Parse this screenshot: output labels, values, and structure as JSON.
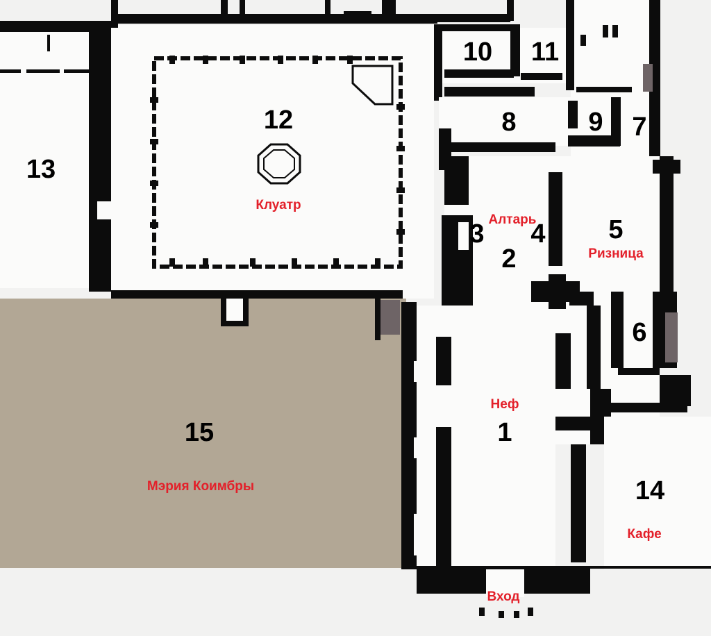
{
  "colors": {
    "wall": "#0c0c0c",
    "floor": "#fbfbfa",
    "paper": "#f2f2f1",
    "town_hall_fill": "#b2a795",
    "label_red": "#e3202a",
    "grey_door": "#6e6466"
  },
  "rooms": [
    {
      "number": "1",
      "name": "Неф"
    },
    {
      "number": "2",
      "name": "Алтарь"
    },
    {
      "number": "3",
      "name": ""
    },
    {
      "number": "4",
      "name": ""
    },
    {
      "number": "5",
      "name": "Ризница"
    },
    {
      "number": "6",
      "name": ""
    },
    {
      "number": "7",
      "name": ""
    },
    {
      "number": "8",
      "name": ""
    },
    {
      "number": "9",
      "name": ""
    },
    {
      "number": "10",
      "name": ""
    },
    {
      "number": "11",
      "name": ""
    },
    {
      "number": "12",
      "name": "Клуатр"
    },
    {
      "number": "13",
      "name": ""
    },
    {
      "number": "14",
      "name": "Кафе"
    },
    {
      "number": "15",
      "name": "Мэрия Коимбры"
    }
  ],
  "entrance_label": "Вход"
}
